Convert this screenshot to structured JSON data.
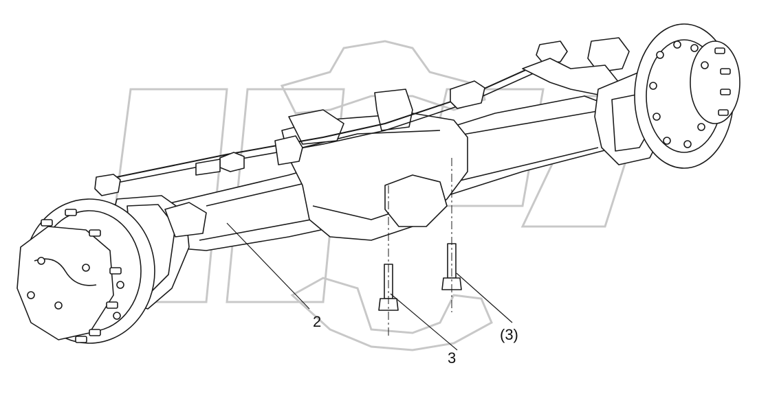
{
  "callouts": {
    "axle_housing": "2",
    "bolt": "3",
    "bolt_ref": "(3)"
  },
  "colors": {
    "line": "#1a1a1a",
    "watermark": "#c8c8c8",
    "background": "#ffffff"
  },
  "watermark_icon": "gear-logo-icon"
}
